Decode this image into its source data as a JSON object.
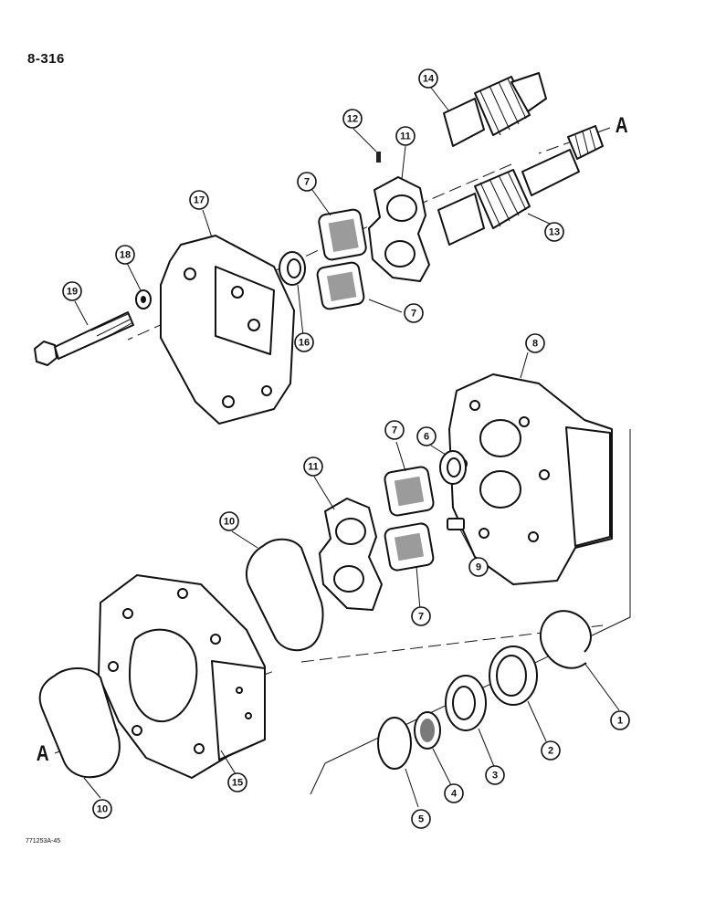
{
  "page": {
    "number": "8-316",
    "figure_code": "771253A-45"
  },
  "reference_marks": {
    "top": "A",
    "bottom": "A"
  },
  "callouts": [
    {
      "id": "c1",
      "label": "1"
    },
    {
      "id": "c2",
      "label": "2"
    },
    {
      "id": "c3",
      "label": "3"
    },
    {
      "id": "c4",
      "label": "4"
    },
    {
      "id": "c5",
      "label": "5"
    },
    {
      "id": "c6",
      "label": "6"
    },
    {
      "id": "c7a",
      "label": "7"
    },
    {
      "id": "c7b",
      "label": "7"
    },
    {
      "id": "c7c",
      "label": "7"
    },
    {
      "id": "c7d",
      "label": "7"
    },
    {
      "id": "c8",
      "label": "8"
    },
    {
      "id": "c9",
      "label": "9"
    },
    {
      "id": "c10a",
      "label": "10"
    },
    {
      "id": "c10b",
      "label": "10"
    },
    {
      "id": "c11a",
      "label": "11"
    },
    {
      "id": "c11b",
      "label": "11"
    },
    {
      "id": "c12",
      "label": "12"
    },
    {
      "id": "c13",
      "label": "13"
    },
    {
      "id": "c14",
      "label": "14"
    },
    {
      "id": "c15",
      "label": "15"
    },
    {
      "id": "c16",
      "label": "16"
    },
    {
      "id": "c17",
      "label": "17"
    },
    {
      "id": "c18",
      "label": "18"
    },
    {
      "id": "c19",
      "label": "19"
    }
  ]
}
